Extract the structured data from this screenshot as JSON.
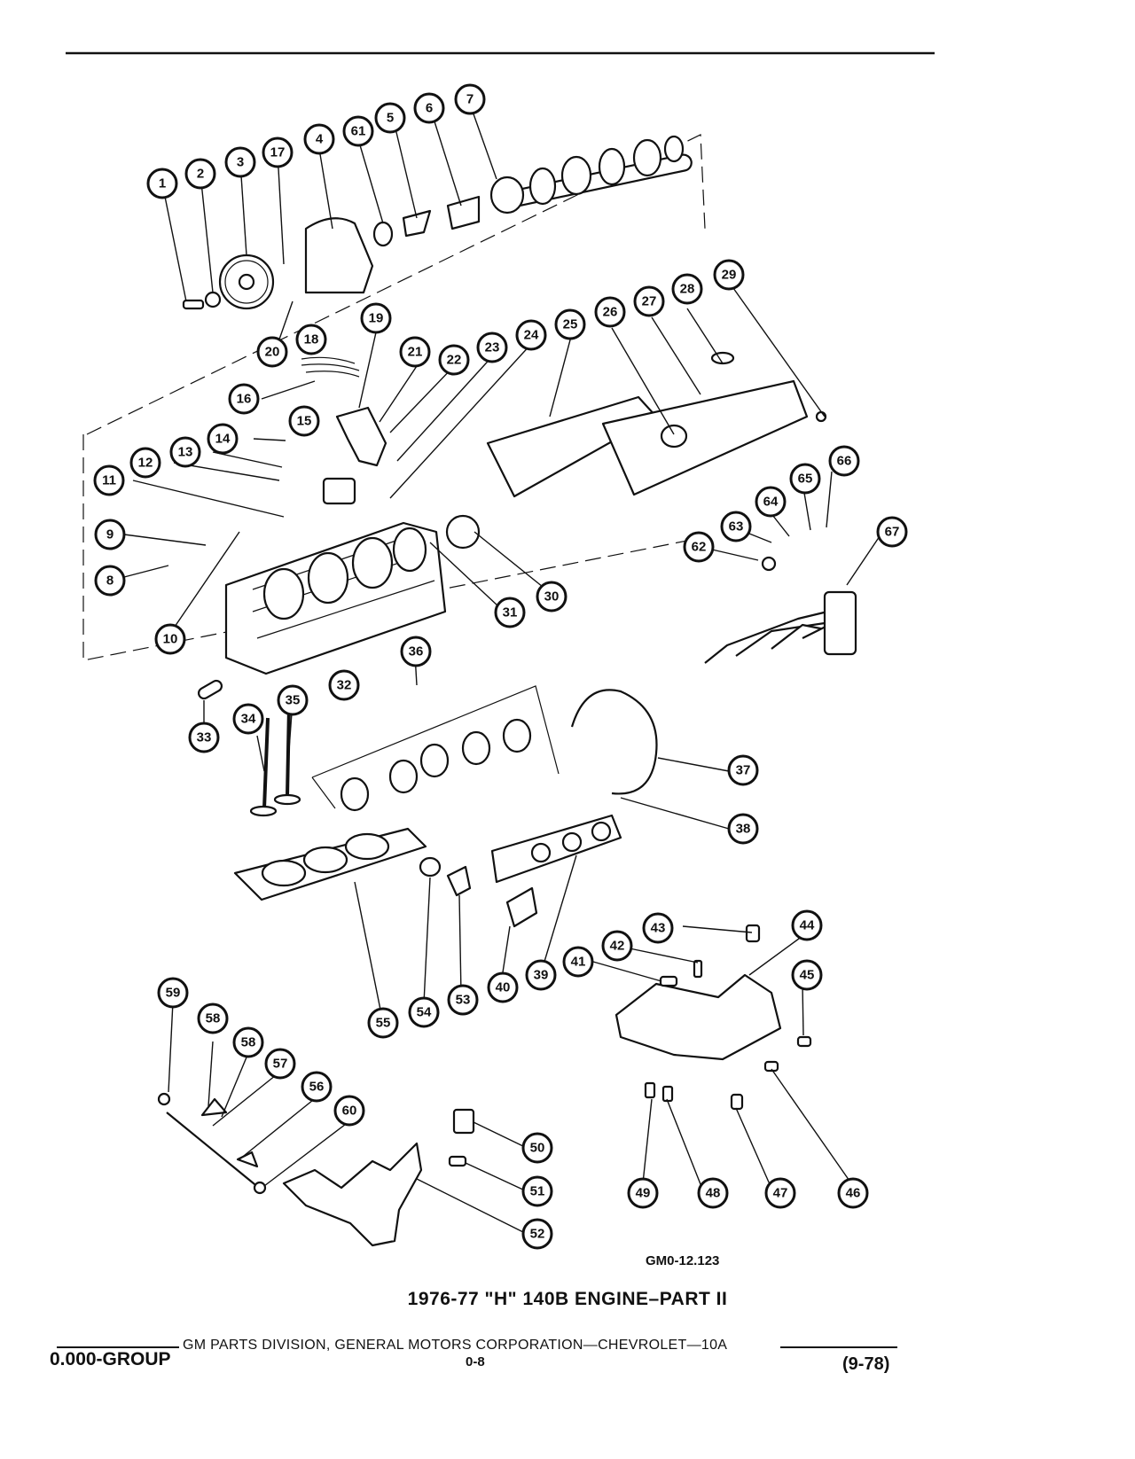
{
  "figure": {
    "reference_code": "GM0-12.123",
    "title": "1976-77 \"H\" 140B ENGINE–PART II"
  },
  "footer": {
    "publisher": "GM PARTS DIVISION, GENERAL MOTORS CORPORATION—CHEVROLET—10A",
    "group_label": "0.000-GROUP",
    "page_number": "0-8",
    "revision_date": "(9-78)"
  },
  "callouts": [
    {
      "key": "c1",
      "label": "1"
    },
    {
      "key": "c2",
      "label": "2"
    },
    {
      "key": "c3",
      "label": "3"
    },
    {
      "key": "c17",
      "label": "17"
    },
    {
      "key": "c4",
      "label": "4"
    },
    {
      "key": "c61",
      "label": "61"
    },
    {
      "key": "c5",
      "label": "5"
    },
    {
      "key": "c6",
      "label": "6"
    },
    {
      "key": "c7",
      "label": "7"
    },
    {
      "key": "c29",
      "label": "29"
    },
    {
      "key": "c28",
      "label": "28"
    },
    {
      "key": "c27",
      "label": "27"
    },
    {
      "key": "c26",
      "label": "26"
    },
    {
      "key": "c25",
      "label": "25"
    },
    {
      "key": "c24",
      "label": "24"
    },
    {
      "key": "c23",
      "label": "23"
    },
    {
      "key": "c22",
      "label": "22"
    },
    {
      "key": "c21",
      "label": "21"
    },
    {
      "key": "c19",
      "label": "19"
    },
    {
      "key": "c20",
      "label": "20"
    },
    {
      "key": "c18",
      "label": "18"
    },
    {
      "key": "c16",
      "label": "16"
    },
    {
      "key": "c15",
      "label": "15"
    },
    {
      "key": "c14",
      "label": "14"
    },
    {
      "key": "c13",
      "label": "13"
    },
    {
      "key": "c12",
      "label": "12"
    },
    {
      "key": "c11",
      "label": "11"
    },
    {
      "key": "c9",
      "label": "9"
    },
    {
      "key": "c8",
      "label": "8"
    },
    {
      "key": "c10",
      "label": "10"
    },
    {
      "key": "c66",
      "label": "66"
    },
    {
      "key": "c65",
      "label": "65"
    },
    {
      "key": "c64",
      "label": "64"
    },
    {
      "key": "c63",
      "label": "63"
    },
    {
      "key": "c62",
      "label": "62"
    },
    {
      "key": "c67",
      "label": "67"
    },
    {
      "key": "c30",
      "label": "30"
    },
    {
      "key": "c31",
      "label": "31"
    },
    {
      "key": "c32",
      "label": "32"
    },
    {
      "key": "c36",
      "label": "36"
    },
    {
      "key": "c33",
      "label": "33"
    },
    {
      "key": "c34",
      "label": "34"
    },
    {
      "key": "c35",
      "label": "35"
    },
    {
      "key": "c37",
      "label": "37"
    },
    {
      "key": "c38",
      "label": "38"
    },
    {
      "key": "c55",
      "label": "55"
    },
    {
      "key": "c54",
      "label": "54"
    },
    {
      "key": "c53",
      "label": "53"
    },
    {
      "key": "c40",
      "label": "40"
    },
    {
      "key": "c39",
      "label": "39"
    },
    {
      "key": "c41",
      "label": "41"
    },
    {
      "key": "c42",
      "label": "42"
    },
    {
      "key": "c43",
      "label": "43"
    },
    {
      "key": "c44",
      "label": "44"
    },
    {
      "key": "c45",
      "label": "45"
    },
    {
      "key": "c59",
      "label": "59"
    },
    {
      "key": "c58a",
      "label": "58"
    },
    {
      "key": "c58b",
      "label": "58"
    },
    {
      "key": "c57",
      "label": "57"
    },
    {
      "key": "c56",
      "label": "56"
    },
    {
      "key": "c60",
      "label": "60"
    },
    {
      "key": "c50",
      "label": "50"
    },
    {
      "key": "c51",
      "label": "51"
    },
    {
      "key": "c52",
      "label": "52"
    },
    {
      "key": "c49",
      "label": "49"
    },
    {
      "key": "c48",
      "label": "48"
    },
    {
      "key": "c47",
      "label": "47"
    },
    {
      "key": "c46",
      "label": "46"
    }
  ]
}
